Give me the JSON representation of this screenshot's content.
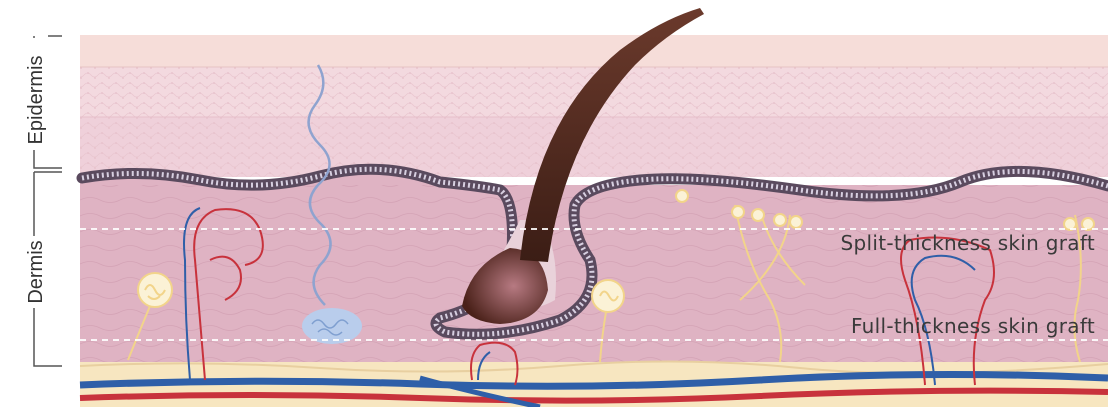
{
  "labels": {
    "epidermis": "Epidermis",
    "dermis": "Dermis",
    "split_thickness": "Split-thickness skin graft",
    "full_thickness": "Full-thickness skin graft"
  },
  "colors": {
    "epidermis_top": "#f6ddd9",
    "epidermis_mid": "#f2d6de",
    "dermis": "#dfb3c3",
    "basement": "#5a4a5e",
    "fat": "#f7e6c0",
    "artery": "#c8323c",
    "vein": "#2f5fa8",
    "hair": "#5a2e22",
    "nerve": "#f2d48a",
    "dashed_line": "#ffffff"
  }
}
